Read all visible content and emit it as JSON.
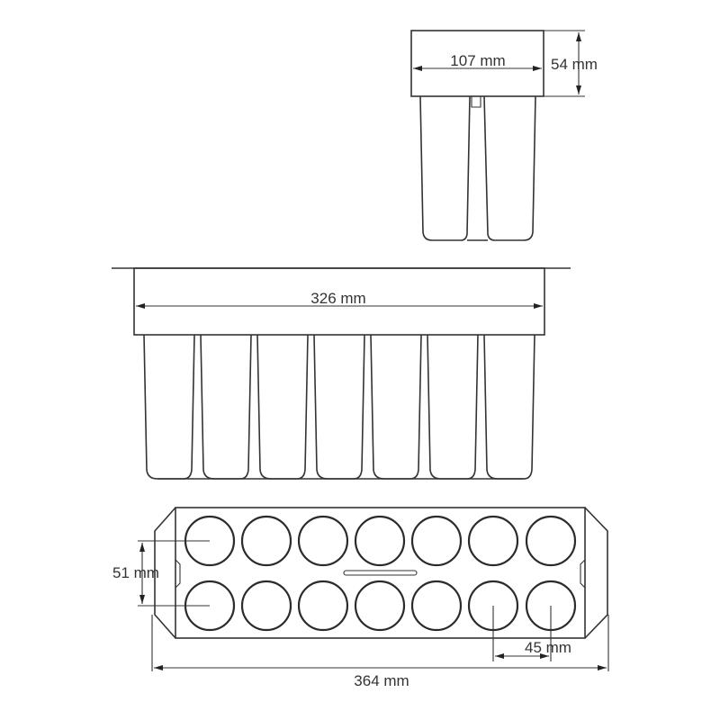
{
  "drawing": {
    "title": "Ice pop mold technical drawing",
    "views": {
      "side_view": {
        "dimensions": {
          "width_label": "107 mm",
          "height_label": "54 mm"
        }
      },
      "front_view": {
        "cup_count": 7,
        "dimensions": {
          "width_label": "326 mm"
        }
      },
      "bottom_view": {
        "rows": 2,
        "cups_per_row": 7,
        "dimensions": {
          "row_spacing_label": "51 mm",
          "cup_spacing_label": "45 mm",
          "overall_length_label": "364 mm"
        }
      }
    },
    "colors": {
      "line": "#333333",
      "background": "#ffffff"
    }
  }
}
